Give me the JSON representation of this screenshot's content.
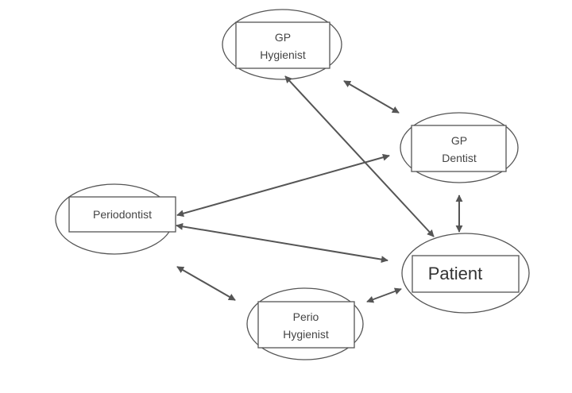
{
  "diagram": {
    "nodes": {
      "gp_hygienist": {
        "line1": "GP",
        "line2": "Hygienist"
      },
      "gp_dentist": {
        "line1": "GP",
        "line2": "Dentist"
      },
      "periodontist": {
        "label": "Periodontist"
      },
      "patient": {
        "label": "Patient"
      },
      "perio_hygienist": {
        "line1": "Perio",
        "line2": "Hygienist"
      }
    },
    "connections": [
      {
        "from": "gp_hygienist",
        "to": "gp_dentist",
        "direction": "both"
      },
      {
        "from": "gp_hygienist",
        "to": "patient",
        "direction": "both"
      },
      {
        "from": "gp_dentist",
        "to": "patient",
        "direction": "both"
      },
      {
        "from": "periodontist",
        "to": "gp_dentist",
        "direction": "both"
      },
      {
        "from": "periodontist",
        "to": "patient",
        "direction": "both"
      },
      {
        "from": "periodontist",
        "to": "perio_hygienist",
        "direction": "both"
      },
      {
        "from": "perio_hygienist",
        "to": "patient",
        "direction": "both"
      }
    ],
    "colors": {
      "stroke": "#555555",
      "text": "#444444"
    }
  }
}
